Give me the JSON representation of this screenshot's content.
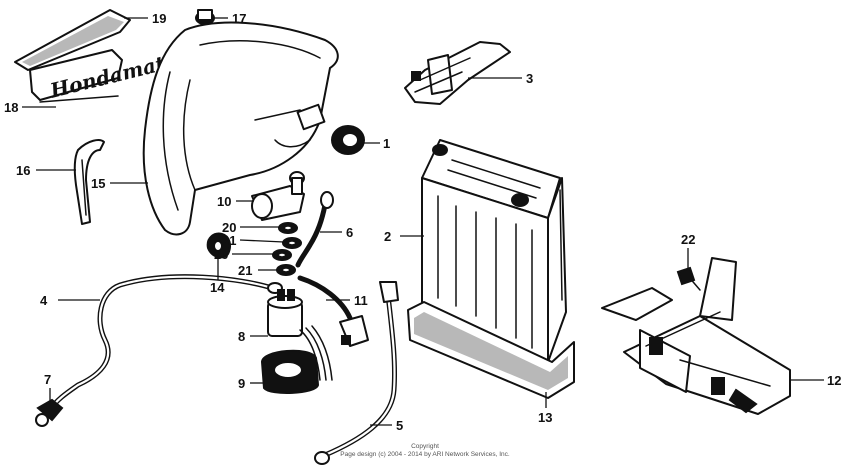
{
  "callouts": [
    {
      "id": "p1",
      "label": "1"
    },
    {
      "id": "p2",
      "label": "2"
    },
    {
      "id": "p3",
      "label": "3"
    },
    {
      "id": "p4",
      "label": "4"
    },
    {
      "id": "p5",
      "label": "5"
    },
    {
      "id": "p6",
      "label": "6"
    },
    {
      "id": "p7",
      "label": "7"
    },
    {
      "id": "p8",
      "label": "8"
    },
    {
      "id": "p9",
      "label": "9"
    },
    {
      "id": "p10",
      "label": "10"
    },
    {
      "id": "p11",
      "label": "11"
    },
    {
      "id": "p12",
      "label": "12"
    },
    {
      "id": "p13",
      "label": "13"
    },
    {
      "id": "p14",
      "label": "14"
    },
    {
      "id": "p15",
      "label": "15"
    },
    {
      "id": "p16",
      "label": "16"
    },
    {
      "id": "p17",
      "label": "17"
    },
    {
      "id": "p18",
      "label": "18"
    },
    {
      "id": "p19",
      "label": "19"
    },
    {
      "id": "p20a",
      "label": "20"
    },
    {
      "id": "p20b",
      "label": "20"
    },
    {
      "id": "p21a",
      "label": "21"
    },
    {
      "id": "p21b",
      "label": "21"
    },
    {
      "id": "p22",
      "label": "22"
    }
  ],
  "copyright": {
    "line1": "Copyright",
    "line2": "Page design (c) 2004 - 2014 by ARI Network Services, Inc."
  }
}
